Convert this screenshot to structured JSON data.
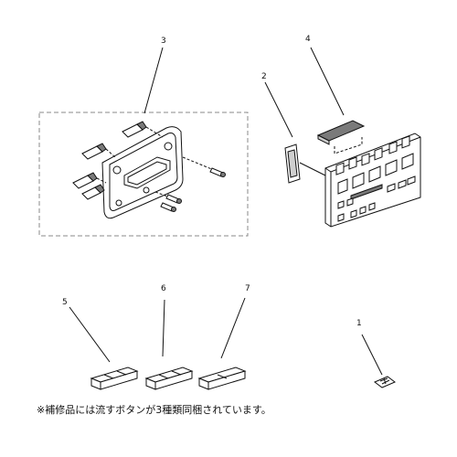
{
  "callouts": {
    "p1": "1",
    "p2": "2",
    "p3": "3",
    "p4": "4",
    "p5": "5",
    "p6": "6",
    "p7": "7"
  },
  "note": "※補修品には流すボタンが3種類同梱されています。"
}
